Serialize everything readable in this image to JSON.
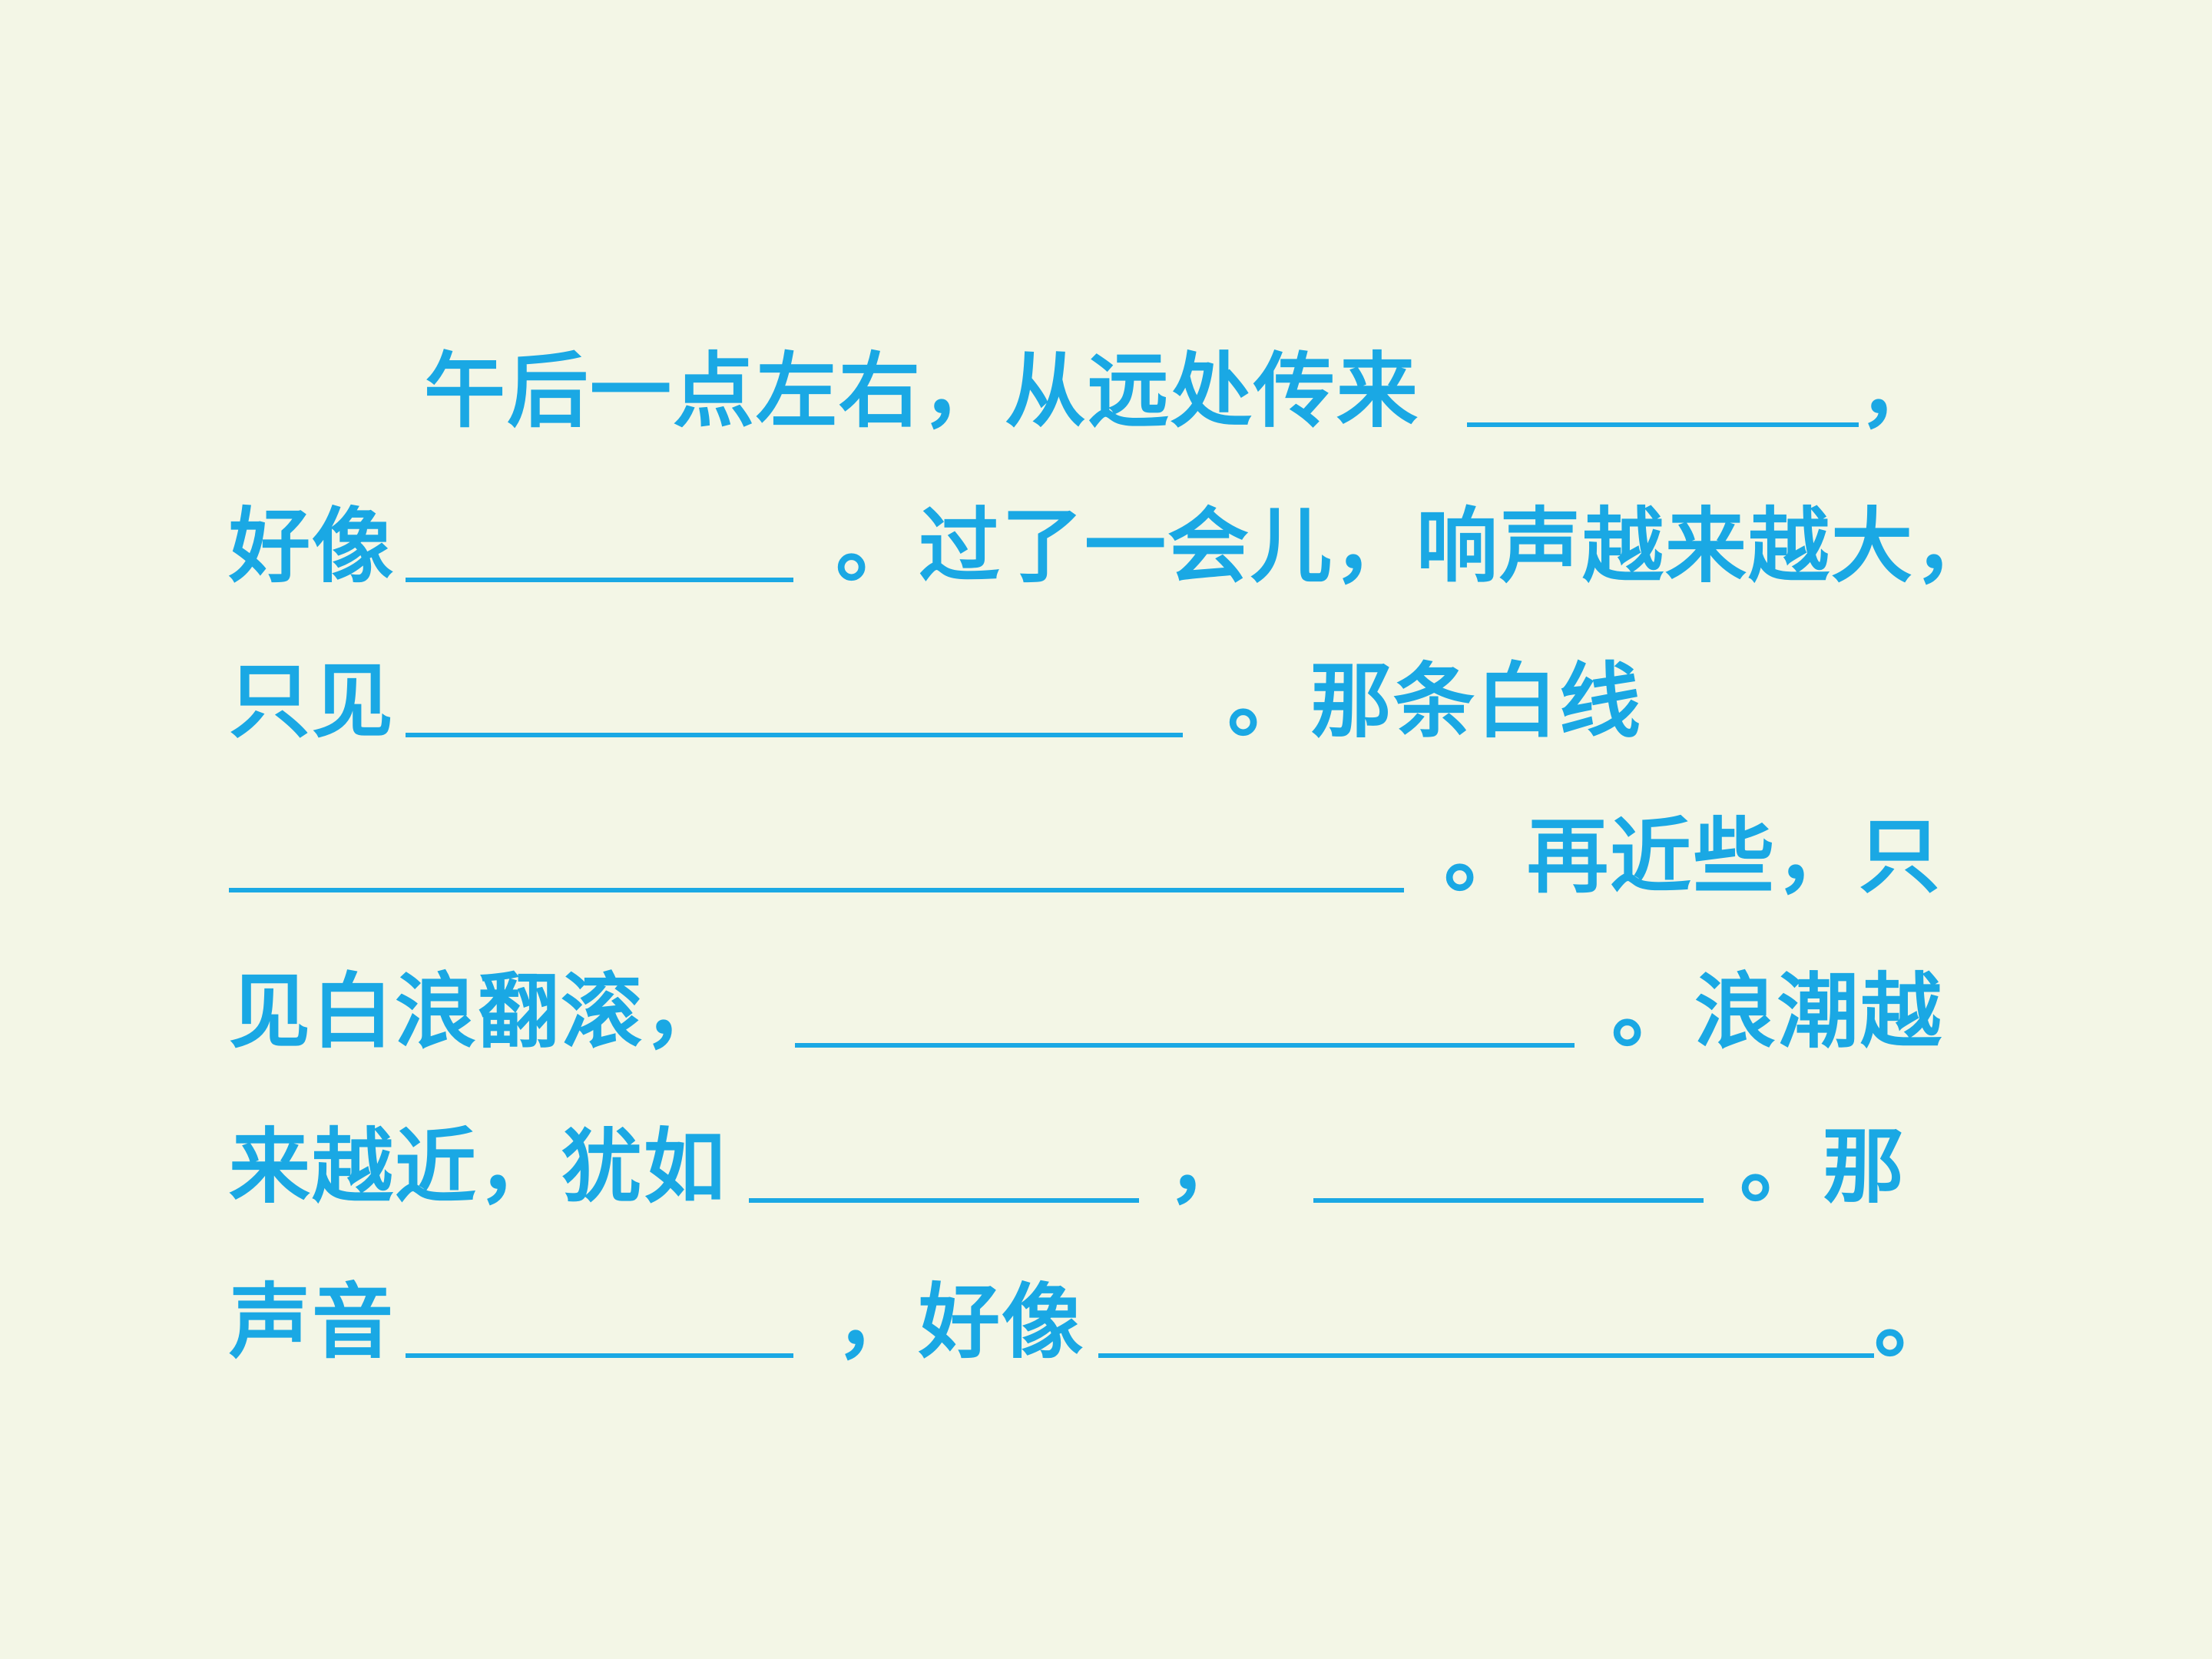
{
  "passage": {
    "line1": {
      "text_a": "午后一点左右，从远处传来",
      "text_b": "，"
    },
    "line2": {
      "text_a": "好像",
      "text_b": "。过了一会儿，响声越来越大，"
    },
    "line3": {
      "text_a": "只见",
      "text_b": "。那条白线"
    },
    "line4": {
      "text_b": "。再近些，只"
    },
    "line5": {
      "text_a": "见白浪翻滚，",
      "text_b": "。浪潮越"
    },
    "line6": {
      "text_a": "来越近，犹如",
      "text_b": "，",
      "text_c": "。那"
    },
    "line7": {
      "text_a": "声音",
      "text_b": "，好像",
      "text_c": "。"
    }
  },
  "colors": {
    "text": "#1aa8e4",
    "background": "#f3f6e6"
  }
}
